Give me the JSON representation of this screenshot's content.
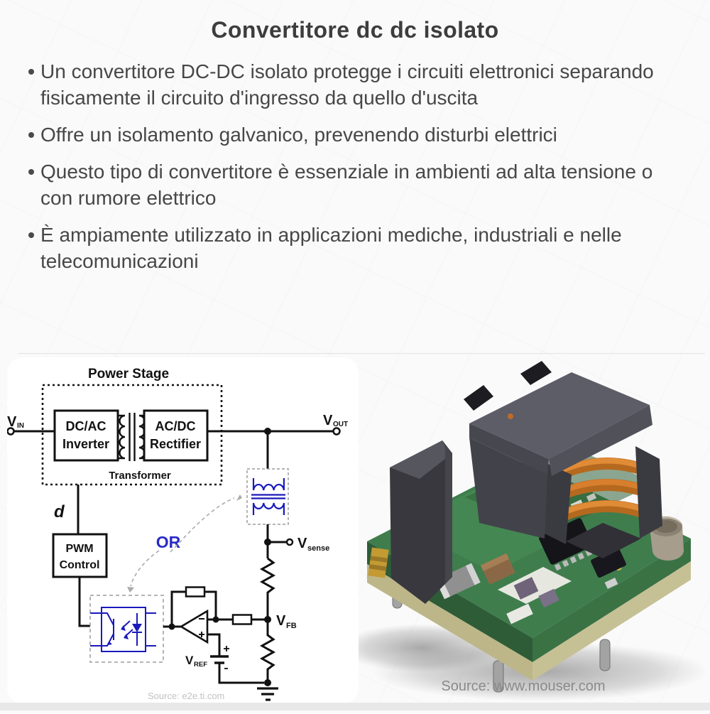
{
  "page": {
    "title": "Convertitore dc dc isolato",
    "bullets": [
      {
        "text": "Un convertitore DC-DC isolato protegge i circuiti elettronici separando fisicamente il circuito d'ingresso da quello d'uscita"
      },
      {
        "text": "Offre un isolamento galvanico, prevenendo disturbi elettrici"
      },
      {
        "text": "Questo tipo di convertitore è essenziale in ambienti ad alta tensione o con rumore elettrico"
      },
      {
        "text": "È ampiamente utilizzato in applicazioni mediche, industriali e nelle telecomunicazioni"
      }
    ]
  },
  "diagram": {
    "title": "Power Stage",
    "inverter_line1": "DC/AC",
    "inverter_line2": "Inverter",
    "rectifier_line1": "AC/DC",
    "rectifier_line2": "Rectifier",
    "transformer_label": "Transformer",
    "vin_main": "V",
    "vin_sub": "IN",
    "vout_main": "V",
    "vout_sub": "OUT",
    "vsense_main": "V",
    "vsense_sub": "sense",
    "vfb_main": "V",
    "vfb_sub": "FB",
    "vref_main": "V",
    "vref_sub": "REF",
    "duty_label": "d",
    "pwm_line1": "PWM",
    "pwm_line2": "Control",
    "or_label": "OR",
    "source": "Source: e2e.ti.com",
    "colors": {
      "wire": "#111111",
      "blue_accent": "#1a1abc",
      "dashed_gray": "#aaaaaa"
    }
  },
  "photo": {
    "source": "Source: www.mouser.com",
    "colors": {
      "pcb_green": "#3f7d4d",
      "pcb_edge": "#c6c095",
      "ferrite_dark": "#3a3a41",
      "copper": "#b5691f"
    }
  }
}
